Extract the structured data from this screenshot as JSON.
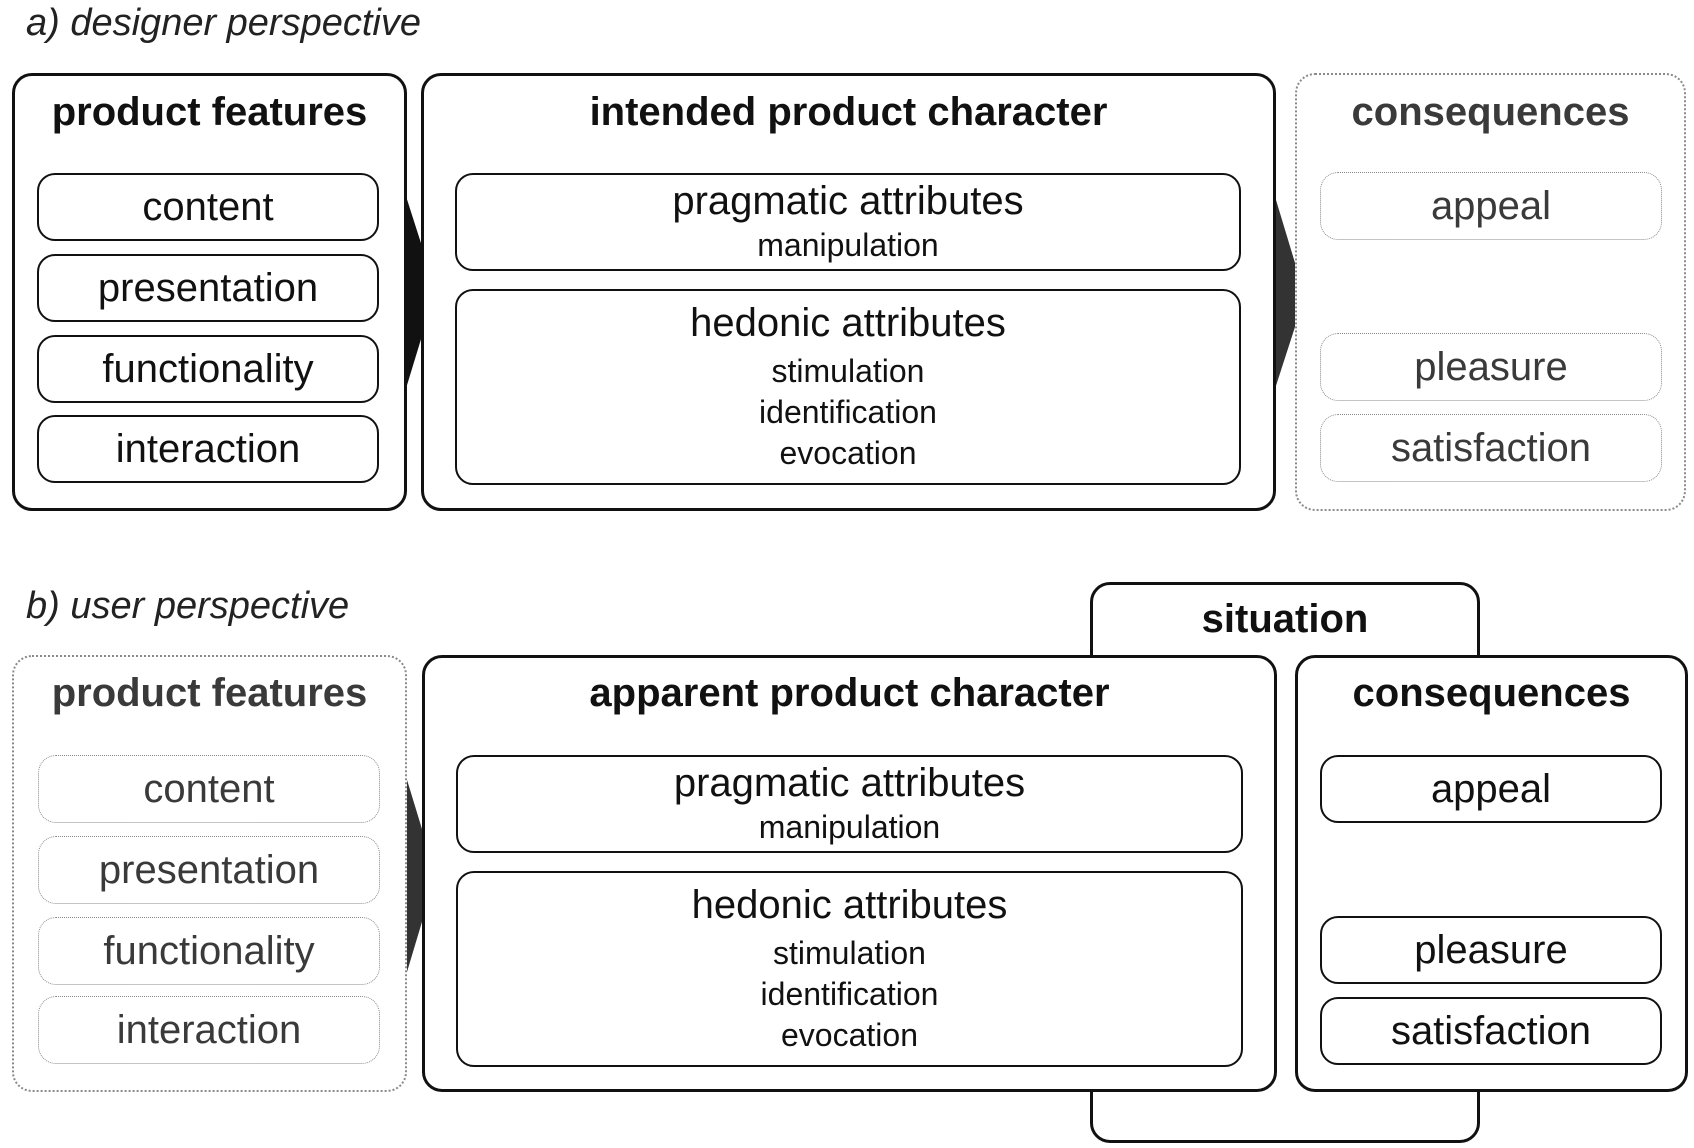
{
  "sections": [
    {
      "heading": "a) designer perspective",
      "features": {
        "title": "product features",
        "items": [
          "content",
          "presentation",
          "functionality",
          "interaction"
        ]
      },
      "character": {
        "title": "intended product character",
        "pragmatic": {
          "title": "pragmatic attributes",
          "subs": [
            "manipulation"
          ]
        },
        "hedonic": {
          "title": "hedonic attributes",
          "subs": [
            "stimulation",
            "identification",
            "evocation"
          ]
        }
      },
      "consequences": {
        "title": "consequences",
        "items": [
          "appeal",
          "pleasure",
          "satisfaction"
        ]
      }
    },
    {
      "heading": "b) user perspective",
      "situation": "situation",
      "features": {
        "title": "product features",
        "items": [
          "content",
          "presentation",
          "functionality",
          "interaction"
        ]
      },
      "character": {
        "title": "apparent product character",
        "pragmatic": {
          "title": "pragmatic attributes",
          "subs": [
            "manipulation"
          ]
        },
        "hedonic": {
          "title": "hedonic attributes",
          "subs": [
            "stimulation",
            "identification",
            "evocation"
          ]
        }
      },
      "consequences": {
        "title": "consequences",
        "items": [
          "appeal",
          "pleasure",
          "satisfaction"
        ]
      }
    }
  ],
  "colors": {
    "solid": "#111111",
    "dotted": "#8a8a8a",
    "arrow_dark": "#111111",
    "arrow_grey": "#333333"
  }
}
